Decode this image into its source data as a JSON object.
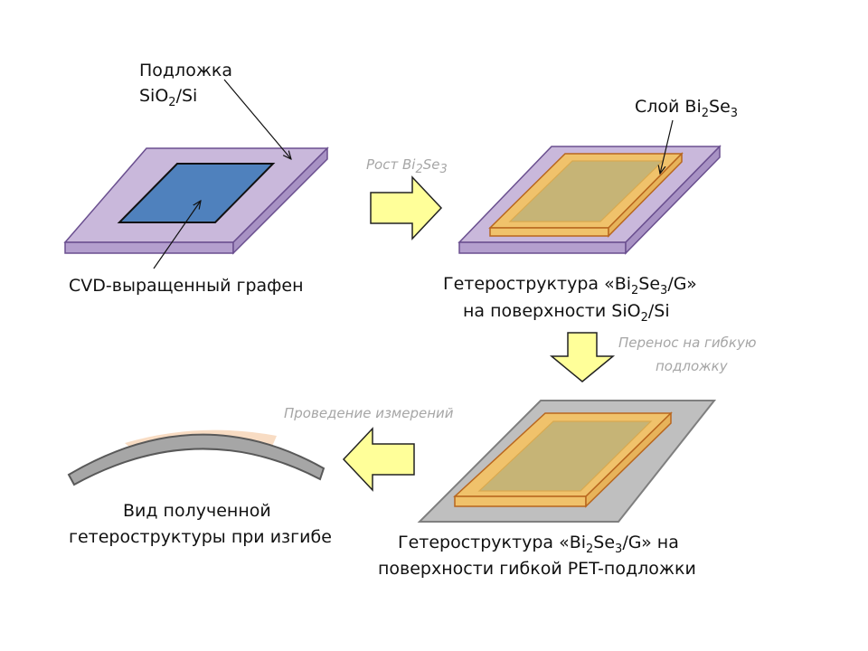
{
  "labels": {
    "substrate_line1": "Подложка",
    "substrate_line2_pre": "SiO",
    "substrate_line2_sub": "2",
    "substrate_line2_post": "/Si",
    "graphene": "CVD-выращенный графен",
    "bi2se3_layer_pre": "Слой Bi",
    "bi2se3_layer_sub1": "2",
    "bi2se3_layer_mid": "Se",
    "bi2se3_layer_sub2": "3",
    "hetero_sio2_line1_pre": "Гетероструктура «Bi",
    "hetero_sio2_line1_sub1": "2",
    "hetero_sio2_line1_mid": "Se",
    "hetero_sio2_line1_sub2": "3",
    "hetero_sio2_line1_post": "/G»",
    "hetero_sio2_line2_pre": "на поверхности SiO",
    "hetero_sio2_line2_sub": "2",
    "hetero_sio2_line2_post": "/Si",
    "hetero_pet_line1_pre": "Гетероструктура «Bi",
    "hetero_pet_line1_sub1": "2",
    "hetero_pet_line1_mid": "Se",
    "hetero_pet_line1_sub2": "3",
    "hetero_pet_line1_post": "/G» на",
    "hetero_pet_line2": "поверхности гибкой PET-подложки",
    "bent_line1": "Вид полученной",
    "bent_line2": "гетероструктуры при изгибе"
  },
  "steps": {
    "growth_pre": "Рост Bi",
    "growth_sub1": "2",
    "growth_mid": "Se",
    "growth_sub2": "3",
    "transfer_line1": "Перенос на гибкую",
    "transfer_line2": "подложку",
    "measurement": "Проведение измерений"
  },
  "colors": {
    "sio2_top": "#c9b8db",
    "sio2_side": "#b49fce",
    "sio2_stroke": "#6a4f8f",
    "graphene_fill": "#4f81bd",
    "graphene_stroke": "#111111",
    "bise_rim": "#f0c26b",
    "bise_rim_stroke": "#b8661e",
    "bise_center": "#c6b476",
    "pet_top": "#bfbfbf",
    "pet_stroke": "#7f7f7f",
    "arrow_fill": "#ffff99",
    "arrow_stroke": "#222222",
    "caption_gray": "#a6a6a6",
    "bend_film": "#f8dcc3"
  }
}
